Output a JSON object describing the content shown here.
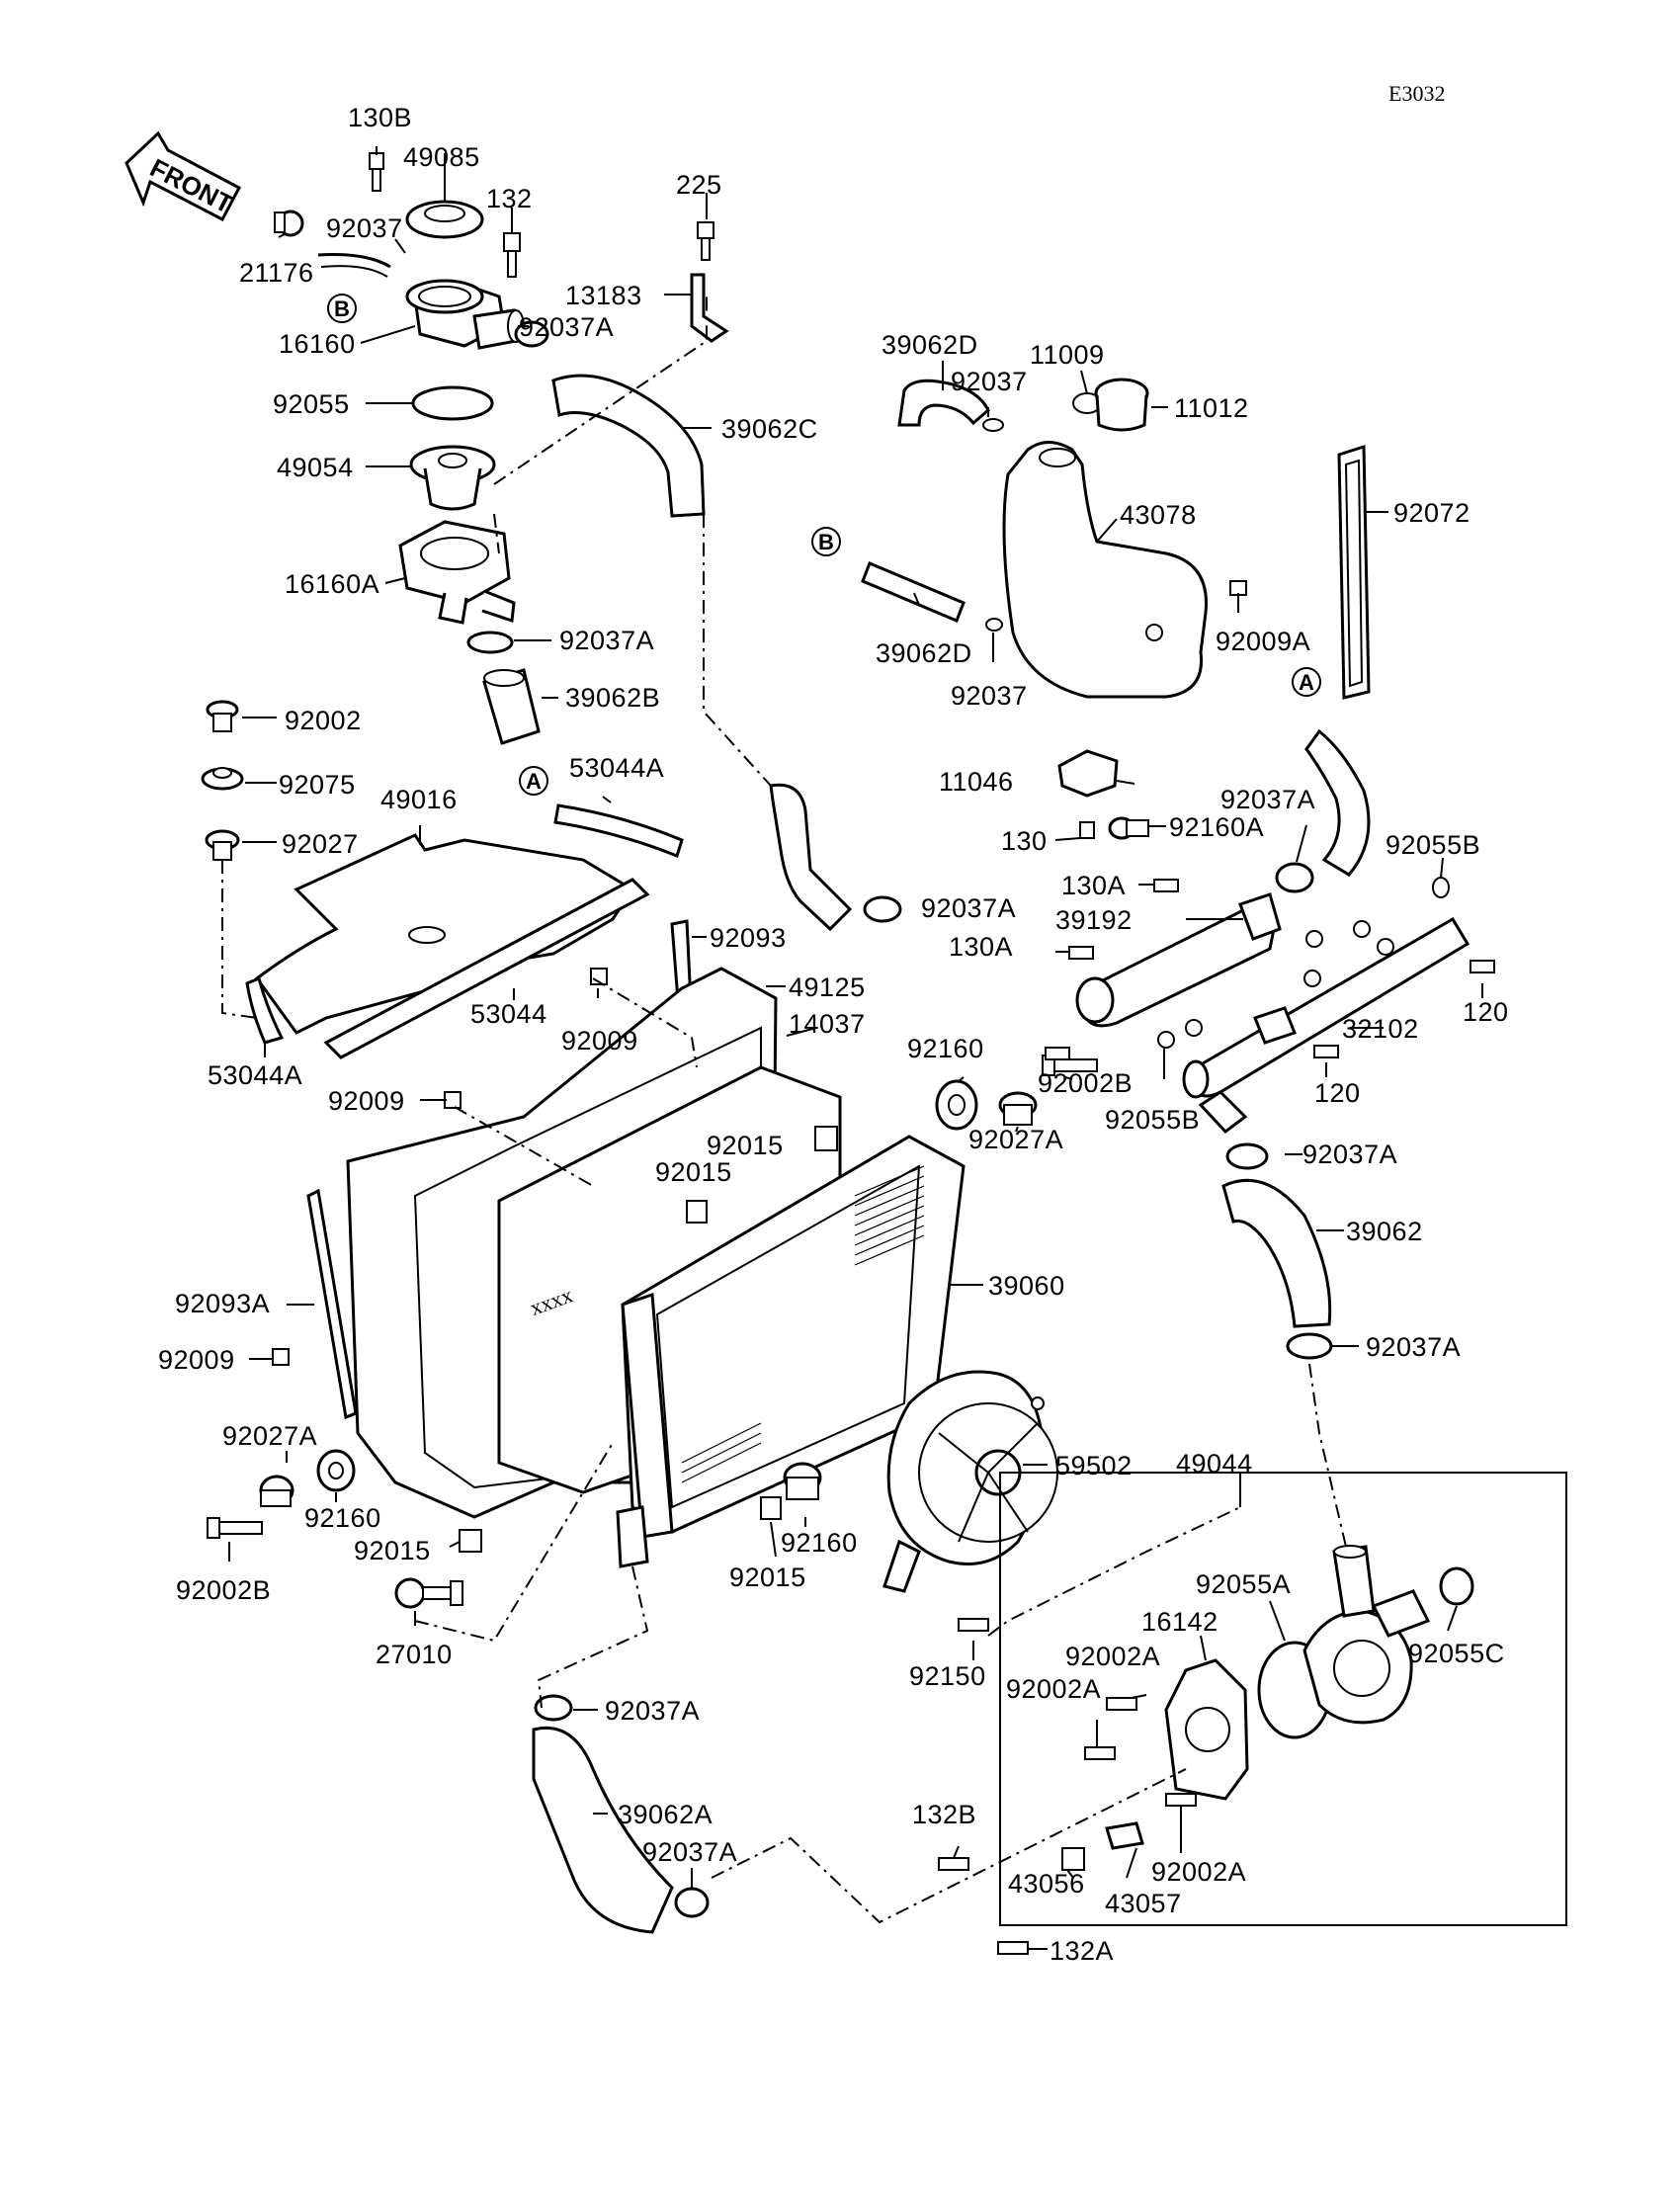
{
  "diagram_code": "E3032",
  "front_label": "FRONT",
  "ref_a": "A",
  "ref_b": "B",
  "labels": {
    "l130b": "130B",
    "l49085": "49085",
    "l132": "132",
    "l92037_top": "92037",
    "l21176": "21176",
    "l16160": "16160",
    "l92037a_1": "92037A",
    "l92055": "92055",
    "l49054": "49054",
    "l16160a": "16160A",
    "l92037a_2": "92037A",
    "l39062b": "39062B",
    "l225": "225",
    "l13183": "13183",
    "l39062c": "39062C",
    "l39062d_top": "39062D",
    "l92037_mid": "92037",
    "l11009": "11009",
    "l11012": "11012",
    "l43078": "43078",
    "l92072": "92072",
    "l92009a": "92009A",
    "l39062d_low": "39062D",
    "l92037_low": "92037",
    "l92002": "92002",
    "l92075": "92075",
    "l49016": "49016",
    "l92027": "92027",
    "l53044a_top": "53044A",
    "l53044": "53044",
    "l53044a_low": "53044A",
    "l92093": "92093",
    "l49125": "49125",
    "l92009_1": "92009",
    "l14037": "14037",
    "l92009_2": "92009",
    "l11046": "11046",
    "l92037a_3": "92037A",
    "l130": "130",
    "l92160a": "92160A",
    "l92055b_1": "92055B",
    "l130a_1": "130A",
    "l39192": "39192",
    "l130a_2": "130A",
    "l92037a_4": "92037A",
    "l32102": "32102",
    "l120_1": "120",
    "l120_2": "120",
    "l92160_1": "92160",
    "l92002b_1": "92002B",
    "l92027a_1": "92027A",
    "l92055b_2": "92055B",
    "l92015_1": "92015",
    "l92015_2": "92015",
    "l92037a_5": "92037A",
    "l39062": "39062",
    "l39060": "39060",
    "l92093a": "92093A",
    "l92009_3": "92009",
    "l92037a_6": "92037A",
    "l92027a_2": "92027A",
    "l92160_2": "92160",
    "l59502": "59502",
    "l49044": "49044",
    "l92015_3": "92015",
    "l92002b_2": "92002B",
    "l92160_3": "92160",
    "l92015_4": "92015",
    "l27010": "27010",
    "l92055a": "92055A",
    "l16142": "16142",
    "l92150": "92150",
    "l92002a_1": "92002A",
    "l92002a_2": "92002A",
    "l92055c": "92055C",
    "l92037a_7": "92037A",
    "l39062a": "39062A",
    "l92037a_8": "92037A",
    "l132b": "132B",
    "l43056": "43056",
    "l43057": "43057",
    "l92002a_3": "92002A",
    "l132a": "132A"
  }
}
